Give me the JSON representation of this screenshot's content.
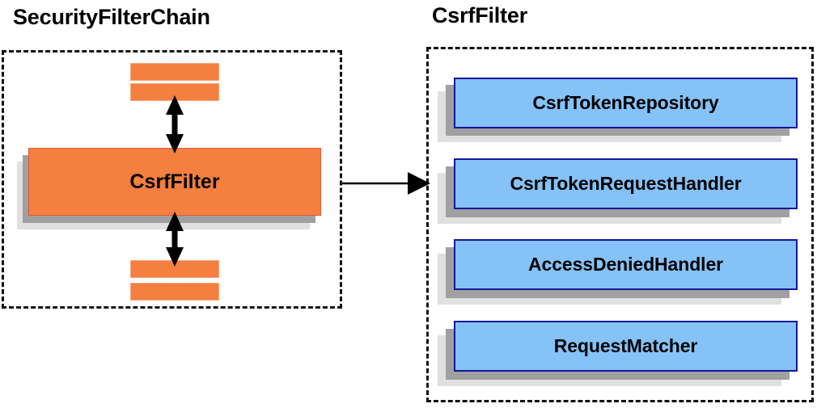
{
  "diagram": {
    "title_left": "SecurityFilterChain",
    "title_right": "CsrfFilter",
    "colors": {
      "orange_fill": "#f47f3f",
      "orange_border": "#e2573c",
      "blue_fill": "#85c2f7",
      "blue_border": "#15169c",
      "shadow_dark": "#a0a0a0",
      "shadow_light": "#e0e0e0",
      "outline": "#111111",
      "text": "#000000"
    },
    "left_panel": {
      "title": "SecurityFilterChain",
      "highlighted_filter": "CsrfFilter",
      "top_bars": [
        {
          "name": "filter-bar-top-1"
        },
        {
          "name": "filter-bar-top-2"
        }
      ],
      "bottom_bars": [
        {
          "name": "filter-bar-bottom-1"
        },
        {
          "name": "filter-bar-bottom-2"
        }
      ],
      "connectors": [
        {
          "name": "double-arrow-above-csrffilter",
          "kind": "double-headed-vertical-arrow"
        },
        {
          "name": "double-arrow-below-csrffilter",
          "kind": "double-headed-vertical-arrow"
        }
      ]
    },
    "link_arrow": {
      "name": "csrffilter-expansion-arrow",
      "kind": "single-headed-horizontal-arrow",
      "from": "CsrfFilter",
      "to": "CsrfFilter collaborators"
    },
    "right_panel": {
      "title": "CsrfFilter",
      "components": [
        {
          "label": "CsrfTokenRepository"
        },
        {
          "label": "CsrfTokenRequestHandler"
        },
        {
          "label": "AccessDeniedHandler"
        },
        {
          "label": "RequestMatcher"
        }
      ]
    }
  }
}
